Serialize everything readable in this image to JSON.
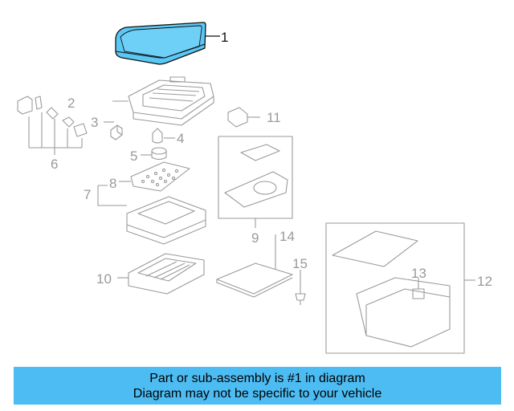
{
  "colors": {
    "highlight": "#5ac8f5",
    "banner": "#4dbcf2",
    "part_stroke": "#9a9a9a",
    "highlight_stroke": "#111111"
  },
  "callouts": [
    "1",
    "2",
    "3",
    "4",
    "5",
    "6",
    "7",
    "8",
    "9",
    "10",
    "11",
    "12",
    "13",
    "14",
    "15"
  ],
  "banner": {
    "line1": "Part or sub-assembly is #1 in diagram",
    "line2": "Diagram may not be specific to your vehicle"
  }
}
